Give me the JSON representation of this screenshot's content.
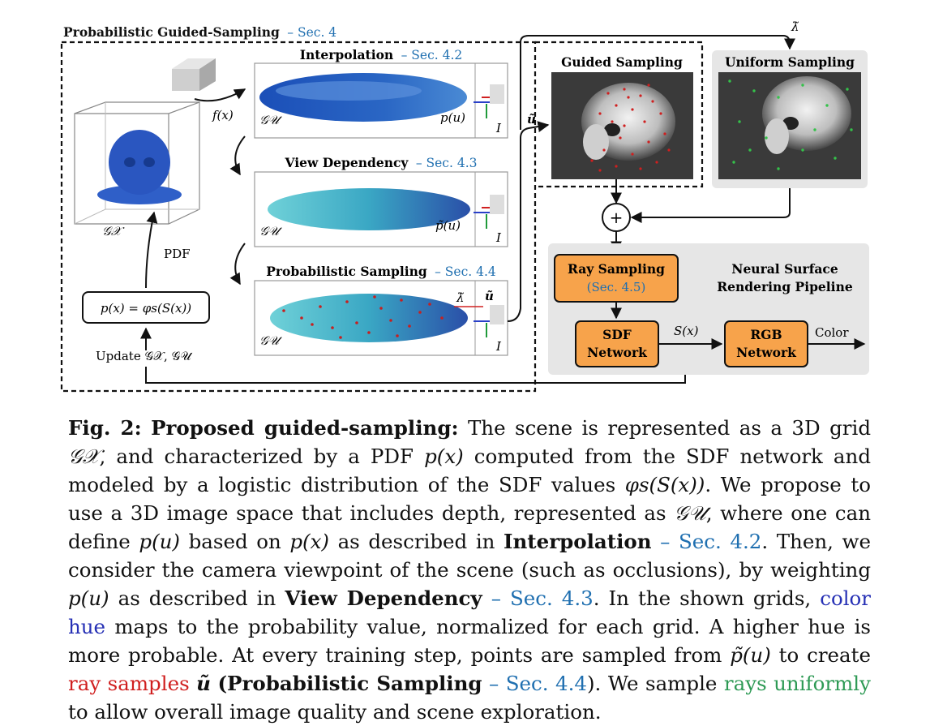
{
  "figure": {
    "dashed_box_title": "Probabilistic Guided-Sampling",
    "dashed_box_sec": "– Sec. 4",
    "interpolation_title": "Interpolation",
    "interpolation_sec": "– Sec. 4.2",
    "view_dependency_title": "View Dependency",
    "view_dependency_sec": "– Sec. 4.3",
    "prob_sampling_title": "Probabilistic Sampling",
    "prob_sampling_sec": "– Sec. 4.4",
    "guided_sampling_title": "Guided Sampling",
    "uniform_sampling_title": "Uniform Sampling",
    "fx_label": "f(x)",
    "pu_label": "p(u)",
    "ptilde_u_label": "p̃(u)",
    "gu_label": "𝒢𝒰",
    "gx_label": "𝒢𝒳",
    "i_label": "I",
    "u_tilde_label": "ũ",
    "lambda_tilde_label": "λ̃",
    "pdf_label": "PDF",
    "px_formula": "p(x) = φs(S(x))",
    "update_label": "Update 𝒢𝒳, 𝒢𝒰",
    "plus_symbol": "+",
    "ray_sampling_title": "Ray Sampling",
    "ray_sampling_sec": "(Sec. 4.5)",
    "neural_surface_line1": "Neural Surface",
    "neural_surface_line2": "Rendering Pipeline",
    "sdf_network_line1": "SDF",
    "sdf_network_line2": "Network",
    "rgb_network_line1": "RGB",
    "rgb_network_line2": "Network",
    "sx_label": "S(x)",
    "color_label": "Color"
  },
  "caption": {
    "figno": "Fig. 2:",
    "heading": "Proposed guided-sampling:",
    "t1": "The scene is represented as a 3D grid",
    "m_gx": "𝒢𝒳",
    "t2": ", and characterized by a PDF",
    "m_px": "p(x)",
    "t3": "computed from the SDF network and modeled by a logistic distribution of the SDF values",
    "m_phi": "φs(S(x))",
    "t4": ". We propose to use a 3D image space that includes depth, represented as",
    "m_gu": "𝒢𝒰",
    "t5": ", where one can define",
    "m_pu": "p(u)",
    "t6": "based on",
    "m_px2": "p(x)",
    "t7": "as described in",
    "b_interp": "Interpolation",
    "sec42": "– Sec. 4.2",
    "t8": ". Then, we consider the camera viewpoint of the scene (such as occlusions), by weighting",
    "m_pu2": "p(u)",
    "t9": "as described in",
    "b_view": "View Dependency",
    "sec43": "– Sec. 4.3",
    "t10": ". In the shown grids,",
    "color_hue": "color hue",
    "t11": "maps to the probability value, normalized for each grid. A higher hue is more probable. At every training step, points are sampled from",
    "m_ptilde": "p̃(u)",
    "t12": "to create",
    "ray_samples": "ray samples",
    "m_utilde": "ũ",
    "b_prob": "(Probabilistic Sampling",
    "sec44": "– Sec. 4.4",
    "t13": "). We sample",
    "rays_uniformly": "rays uniformly",
    "t14": "to allow overall image quality and scene exploration."
  },
  "colors": {
    "orange_box": "#f7a34b",
    "gray_panel": "#e6e6e6",
    "sec_blue": "#1f6fb0",
    "hue_blue": "#2630b5",
    "ray_red": "#d01f1f",
    "uniform_green": "#2e9a55"
  }
}
